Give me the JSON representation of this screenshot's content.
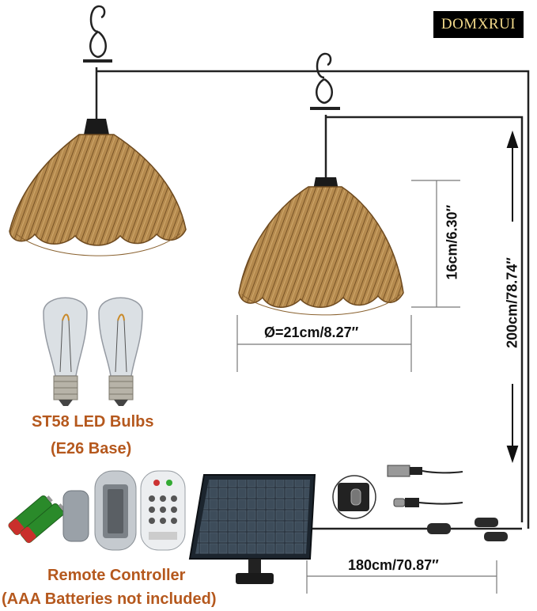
{
  "brand": "DOMXRUI",
  "dimensions": {
    "height": "16cm/6.30″",
    "diameter": "Ø=21cm/8.27″",
    "cable_length": "200cm/78.74″",
    "panel_cable": "180cm/70.87″"
  },
  "bulbs": {
    "title": "ST58 LED Bulbs",
    "base": "(E26 Base)"
  },
  "remote": {
    "title": "Remote Controller",
    "note": "(AAA Batteries not included)"
  },
  "colors": {
    "accent": "#b5581d",
    "rattan": "#b58a4e",
    "cable": "#222222"
  }
}
